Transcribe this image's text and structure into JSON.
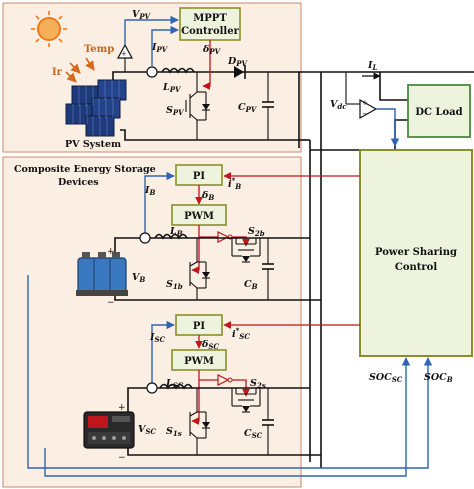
{
  "regions": {
    "pv_system": "PV System",
    "storage_line1": "Composite Energy Storage",
    "storage_line2": "Devices"
  },
  "blocks": {
    "mppt_line1": "MPPT",
    "mppt_line2": "Controller",
    "dc_load": "DC Load",
    "psc_line1": "Power Sharing",
    "psc_line2": "Control",
    "pi_b": "PI",
    "pwm_b": "PWM",
    "pi_sc": "PI",
    "pwm_sc": "PWM"
  },
  "inputs": {
    "temp": "Temp",
    "irradiance": "Ir"
  },
  "signals": {
    "v_pv": {
      "main": "V",
      "sub": "PV"
    },
    "i_pv": {
      "main": "I",
      "sub": "PV"
    },
    "delta_pv": {
      "main": "δ",
      "sub": "PV"
    },
    "l_pv": {
      "main": "L",
      "sub": "PV"
    },
    "d_pv": {
      "main": "D",
      "sub": "PV"
    },
    "s_pv": {
      "main": "S",
      "sub": "PV"
    },
    "c_pv": {
      "main": "C",
      "sub": "PV"
    },
    "i_l": {
      "main": "I",
      "sub": "L"
    },
    "v_dc": {
      "main": "V",
      "sub": "dc"
    },
    "i_b": {
      "main": "I",
      "sub": "B"
    },
    "i_b_ref": {
      "main": "i",
      "sub": "B",
      "sup": "*"
    },
    "delta_b": {
      "main": "δ",
      "sub": "B"
    },
    "l_b": {
      "main": "L",
      "sub": "B"
    },
    "s_2b": {
      "main": "S",
      "sub": "2b"
    },
    "s_1b": {
      "main": "S",
      "sub": "1b"
    },
    "c_b": {
      "main": "C",
      "sub": "B"
    },
    "v_b": {
      "main": "V",
      "sub": "B"
    },
    "i_sc": {
      "main": "I",
      "sub": "SC"
    },
    "i_sc_ref": {
      "main": "i",
      "sub": "SC",
      "sup": "*"
    },
    "delta_sc": {
      "main": "δ",
      "sub": "SC"
    },
    "l_sc": {
      "main": "L",
      "sub": "SC"
    },
    "s_2s": {
      "main": "S",
      "sub": "2s"
    },
    "s_1s": {
      "main": "S",
      "sub": "1s"
    },
    "c_sc": {
      "main": "C",
      "sub": "SC"
    },
    "v_sc": {
      "main": "V",
      "sub": "SC"
    },
    "soc_sc": {
      "main": "SOC",
      "sub": "SC"
    },
    "soc_b": {
      "main": "SOC",
      "sub": "B"
    }
  },
  "polarity": {
    "plus": "+",
    "minus": "−"
  },
  "colors": {
    "pv_region_fill": "#fbeee2",
    "pv_region_border": "#c98a6a",
    "storage_region_fill": "#fbeee2",
    "block_fill": "#eef3de",
    "block_border": "#8b8f2a",
    "control_wire": "#c0161b",
    "measure_wire": "#2e64b4",
    "sun": "#f07a1a",
    "panel": "#1f3a7a",
    "battery": "#2f6fb5"
  }
}
